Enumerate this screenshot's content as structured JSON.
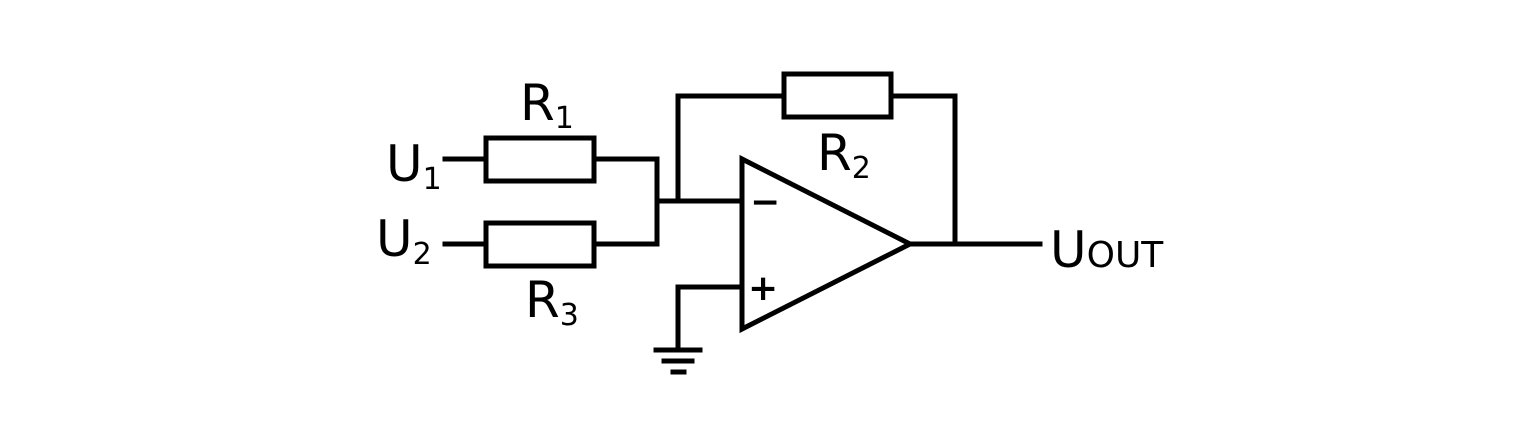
{
  "labels": {
    "u1": {
      "main": "U",
      "sub": "1"
    },
    "u2": {
      "main": "U",
      "sub": "2"
    },
    "r1": {
      "main": "R",
      "sub": "1"
    },
    "r2": {
      "main": "R",
      "sub": "2"
    },
    "r3": {
      "main": "R",
      "sub": "3"
    },
    "uout": {
      "main": "U",
      "sub": "OUT"
    }
  },
  "opamp": {
    "inverting_sign": "−",
    "non_inverting_sign": "+"
  }
}
